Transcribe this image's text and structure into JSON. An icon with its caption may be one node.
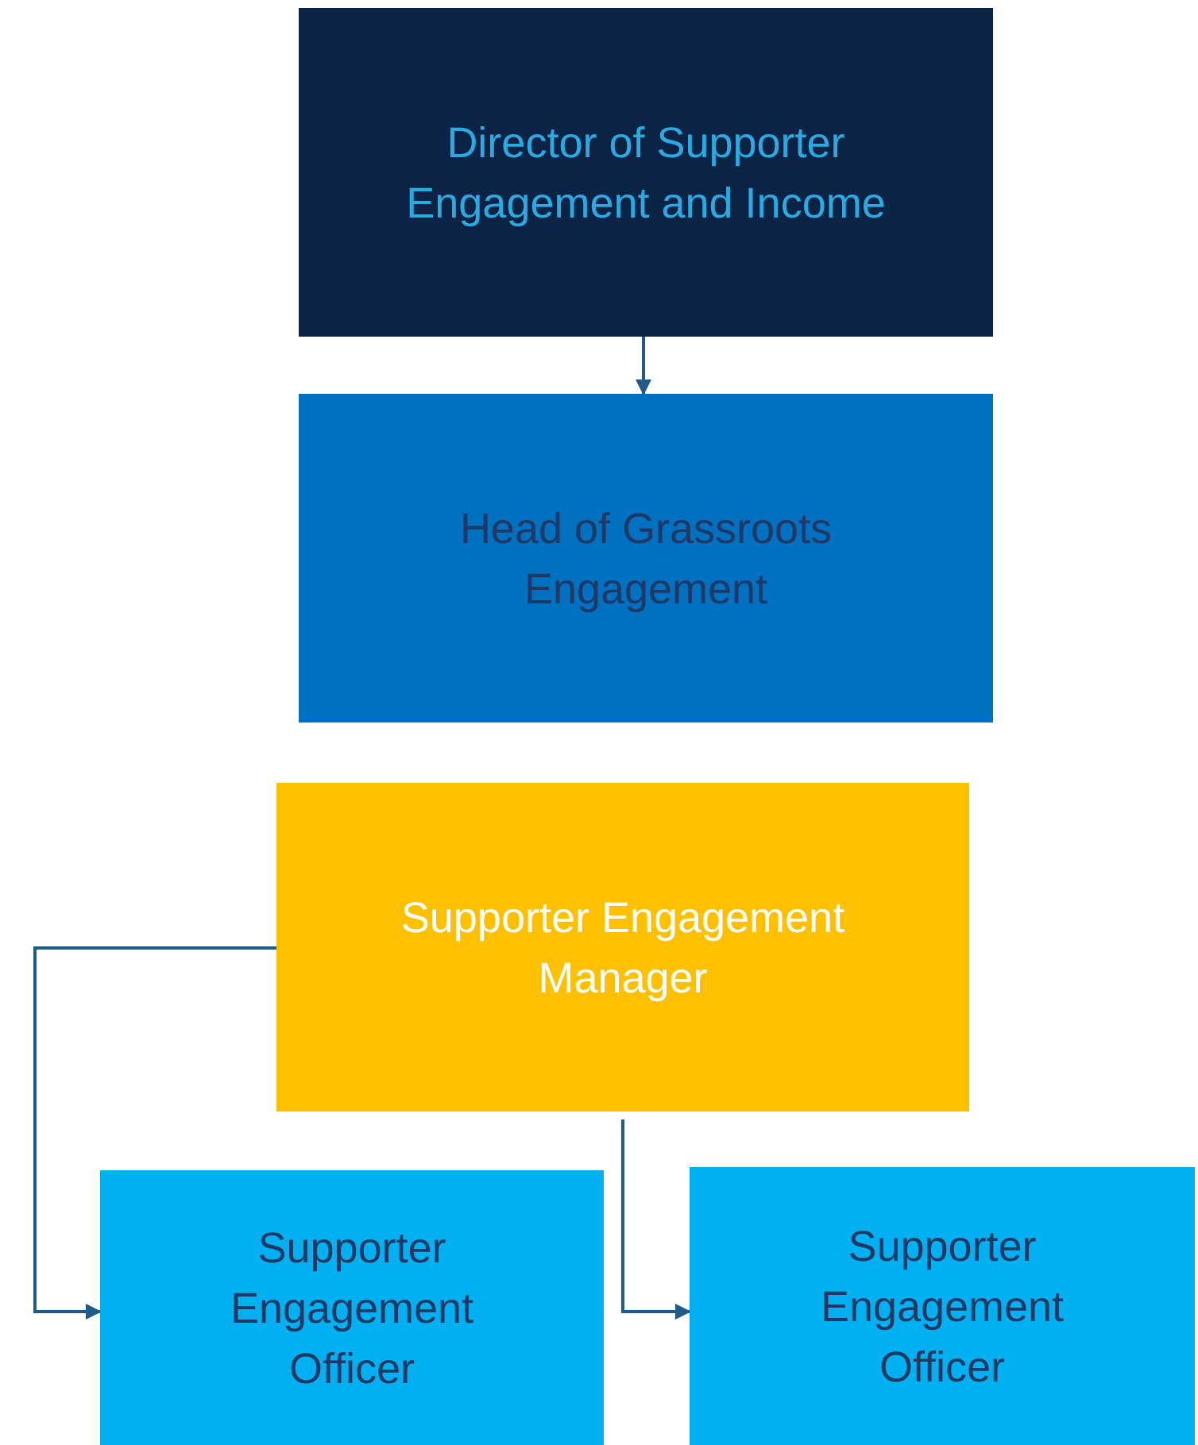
{
  "diagram": {
    "nodes": [
      {
        "text": [
          "Director of Supporter Engagement and Income"
        ]
      },
      {
        "text": [
          "Head of Grassroots Engagement"
        ]
      },
      {
        "text": [
          "Supporter Engagement Manager"
        ]
      },
      {
        "text": [
          "Supporter Engagement Officer"
        ]
      },
      {
        "text": [
          "Supporter Engagement Officer"
        ]
      }
    ],
    "edges": [
      {
        "from": 0,
        "to": 1,
        "arrow": "to"
      },
      {
        "from": 2,
        "to": 3,
        "arrow": "to"
      },
      {
        "from": 2,
        "to": 4,
        "arrow": "to"
      }
    ]
  }
}
